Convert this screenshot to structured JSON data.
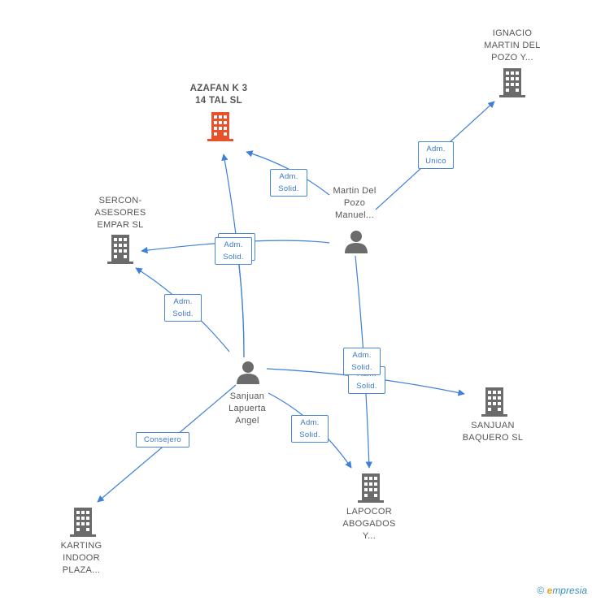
{
  "colors": {
    "edge": "#3d7fd9",
    "building": "#6b6b6b",
    "building_focus": "#e8512a",
    "person": "#6b6b6b"
  },
  "nodes": {
    "azafan": {
      "lines": [
        "AZAFAN K 3",
        "14 TAL SL"
      ],
      "icon": "building-icon",
      "focus": true
    },
    "ignacio": {
      "lines": [
        "IGNACIO",
        "MARTIN DEL",
        "POZO Y..."
      ],
      "icon": "building-icon"
    },
    "sercon": {
      "lines": [
        "SERCON-",
        "ASESORES",
        "EMPAR SL"
      ],
      "icon": "building-icon"
    },
    "martin": {
      "lines": [
        "Martin Del",
        "Pozo",
        "Manuel..."
      ],
      "icon": "person-icon"
    },
    "sanjuan_angel": {
      "lines": [
        "Sanjuan",
        "Lapuerta",
        "Angel"
      ],
      "icon": "person-icon"
    },
    "sanjuan_baquero": {
      "lines": [
        "SANJUAN",
        "BAQUERO SL"
      ],
      "icon": "building-icon"
    },
    "lapocor": {
      "lines": [
        "LAPOCOR",
        "ABOGADOS",
        "Y..."
      ],
      "icon": "building-icon"
    },
    "karting": {
      "lines": [
        "KARTING",
        "INDOOR",
        "PLAZA..."
      ],
      "icon": "building-icon"
    }
  },
  "edge_labels": {
    "adm_unico": [
      "Adm.",
      "Unico"
    ],
    "adm_solid": [
      "Adm.",
      "Solid."
    ],
    "consejero": [
      "Consejero"
    ]
  },
  "footer": {
    "copyright": "©",
    "brand_e": "e",
    "brand_rest": "mpresia"
  }
}
